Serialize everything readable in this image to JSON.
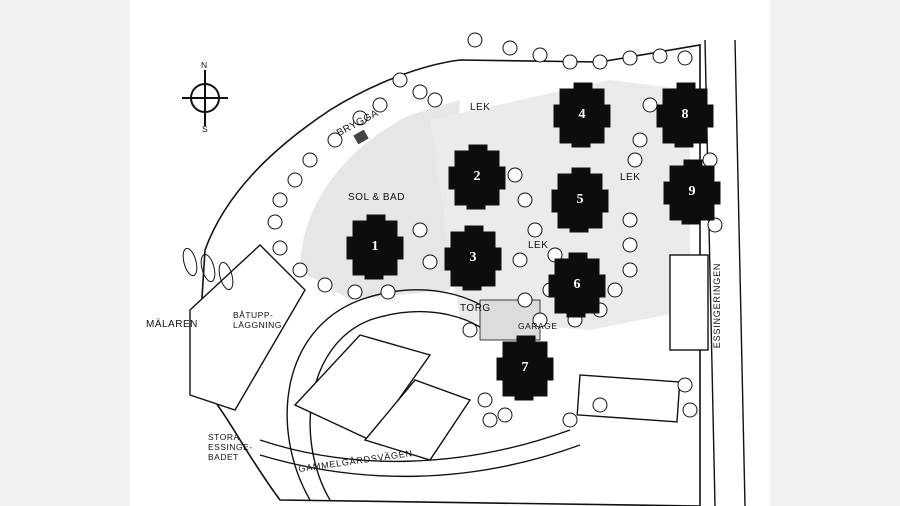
{
  "map": {
    "labels": {
      "brygga": "BRYGGA",
      "lek_top": "LEK",
      "sol_bad": "SOL & BAD",
      "lek_right": "LEK",
      "lek_mid": "LEK",
      "torg": "TORG",
      "garage": "GARAGE",
      "malaren": "MÄLAREN",
      "batupplaggning_1": "BÅTUPP-",
      "batupplaggning_2": "LÄGGNING",
      "stora_1": "STORA",
      "stora_2": "ESSINGE-",
      "stora_3": "BADET",
      "gammelgardsvagen": "GAMMELGÅRDSVÄGEN",
      "essingeringen": "ESSINGERINGEN"
    },
    "compass": {
      "north": "N",
      "south": "S"
    },
    "buildings": [
      "1",
      "2",
      "3",
      "4",
      "5",
      "6",
      "7",
      "8",
      "9"
    ],
    "colors": {
      "ink": "#111111",
      "building": "#0d0d0d",
      "paper": "#ffffff"
    }
  }
}
